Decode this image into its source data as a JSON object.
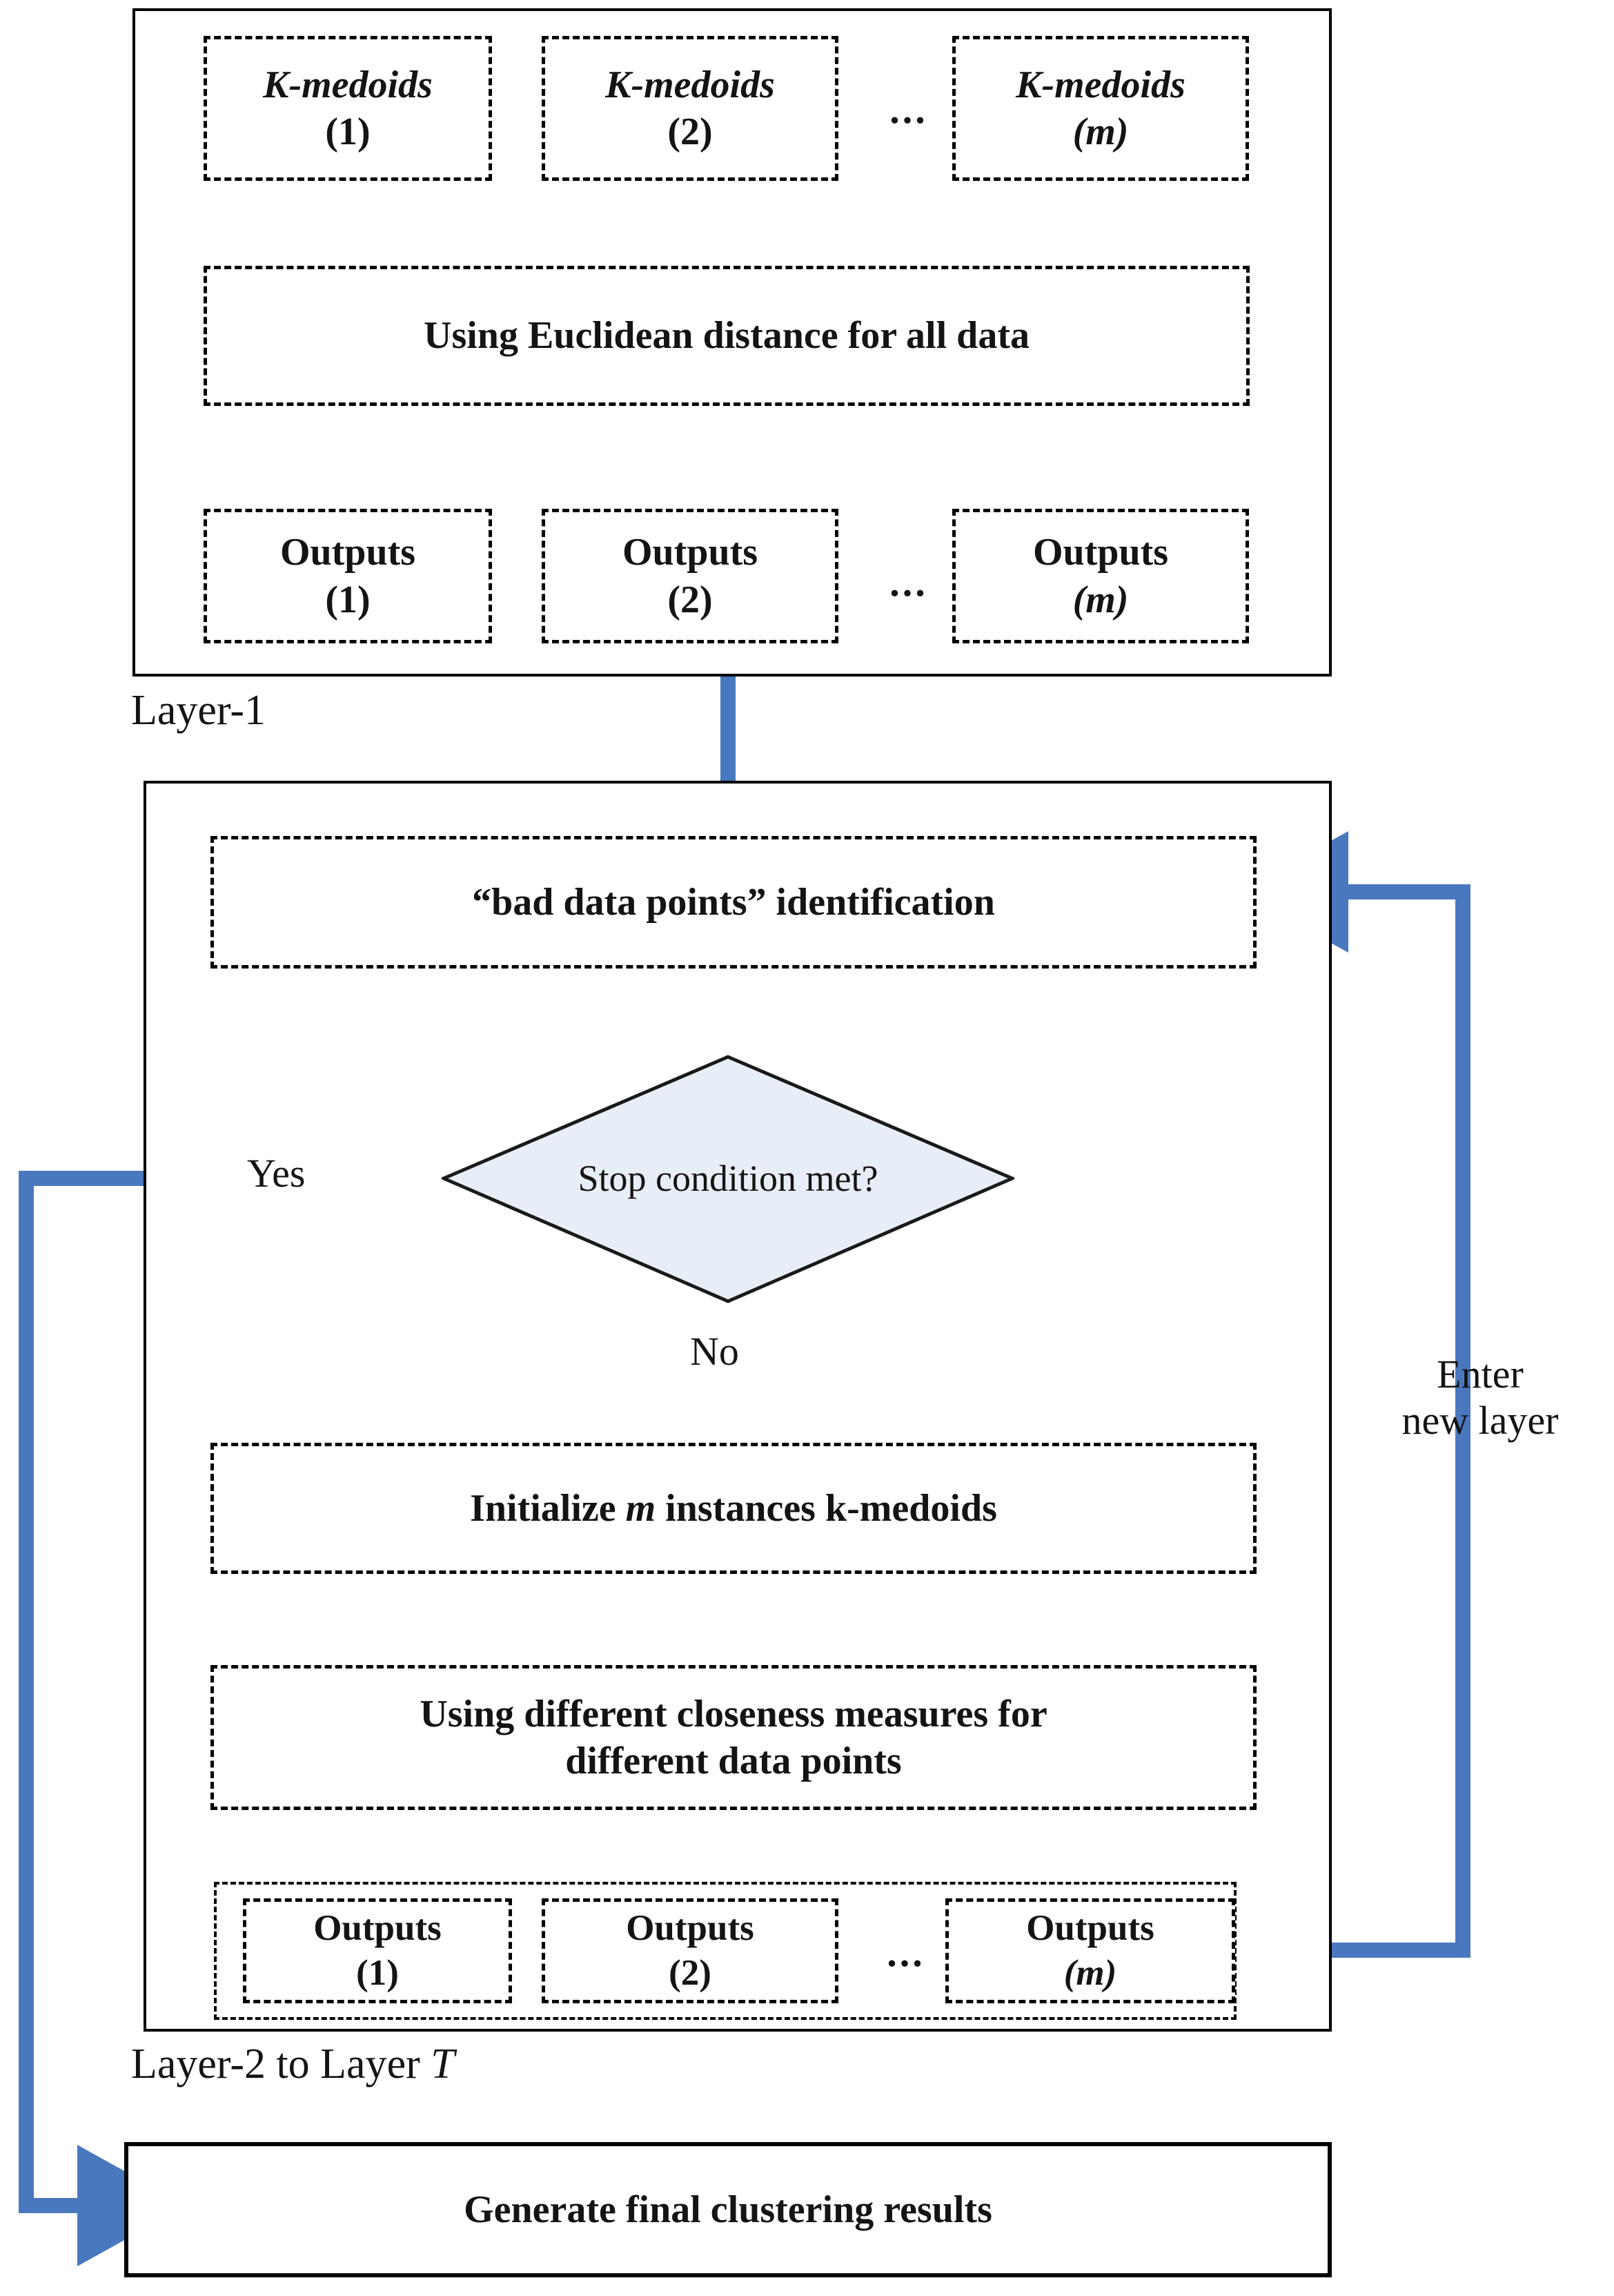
{
  "diagram": {
    "accent_blue": "#4A78BE",
    "diamond_fill": "#E8EEF7",
    "line_black": "#000000"
  },
  "layer1": {
    "caption": "Layer-1",
    "kmedoids": [
      {
        "title": "K-medoids",
        "index": "(1)"
      },
      {
        "title": "K-medoids",
        "index": "(2)"
      },
      {
        "title": "K-medoids",
        "index": "(m)"
      }
    ],
    "ellipsis": "...",
    "distance_step": "Using Euclidean distance for all data",
    "outputs": [
      {
        "title": "Outputs",
        "index": "(1)"
      },
      {
        "title": "Outputs",
        "index": "(2)"
      },
      {
        "title": "Outputs",
        "index": "(m)"
      }
    ]
  },
  "layer2": {
    "caption_prefix": "Layer-2 to Layer ",
    "caption_italic": "T",
    "identification_step": "“bad data points” identification",
    "decision": {
      "label": "Stop condition met?",
      "yes_label": "Yes",
      "no_label": "No"
    },
    "initialize_step_prefix": "Initialize ",
    "initialize_step_italic": "m",
    "initialize_step_suffix": " instances k-medoids",
    "closeness_step_line1": "Using different closeness measures for",
    "closeness_step_line2": "different data points",
    "outputs": [
      {
        "title": "Outputs",
        "index": "(1)"
      },
      {
        "title": "Outputs",
        "index": "(2)"
      },
      {
        "title": "Outputs",
        "index": "(m)"
      }
    ],
    "ellipsis": "...",
    "loop_label_line1": "Enter",
    "loop_label_line2": "new layer"
  },
  "final": {
    "label": "Generate final clustering results"
  }
}
